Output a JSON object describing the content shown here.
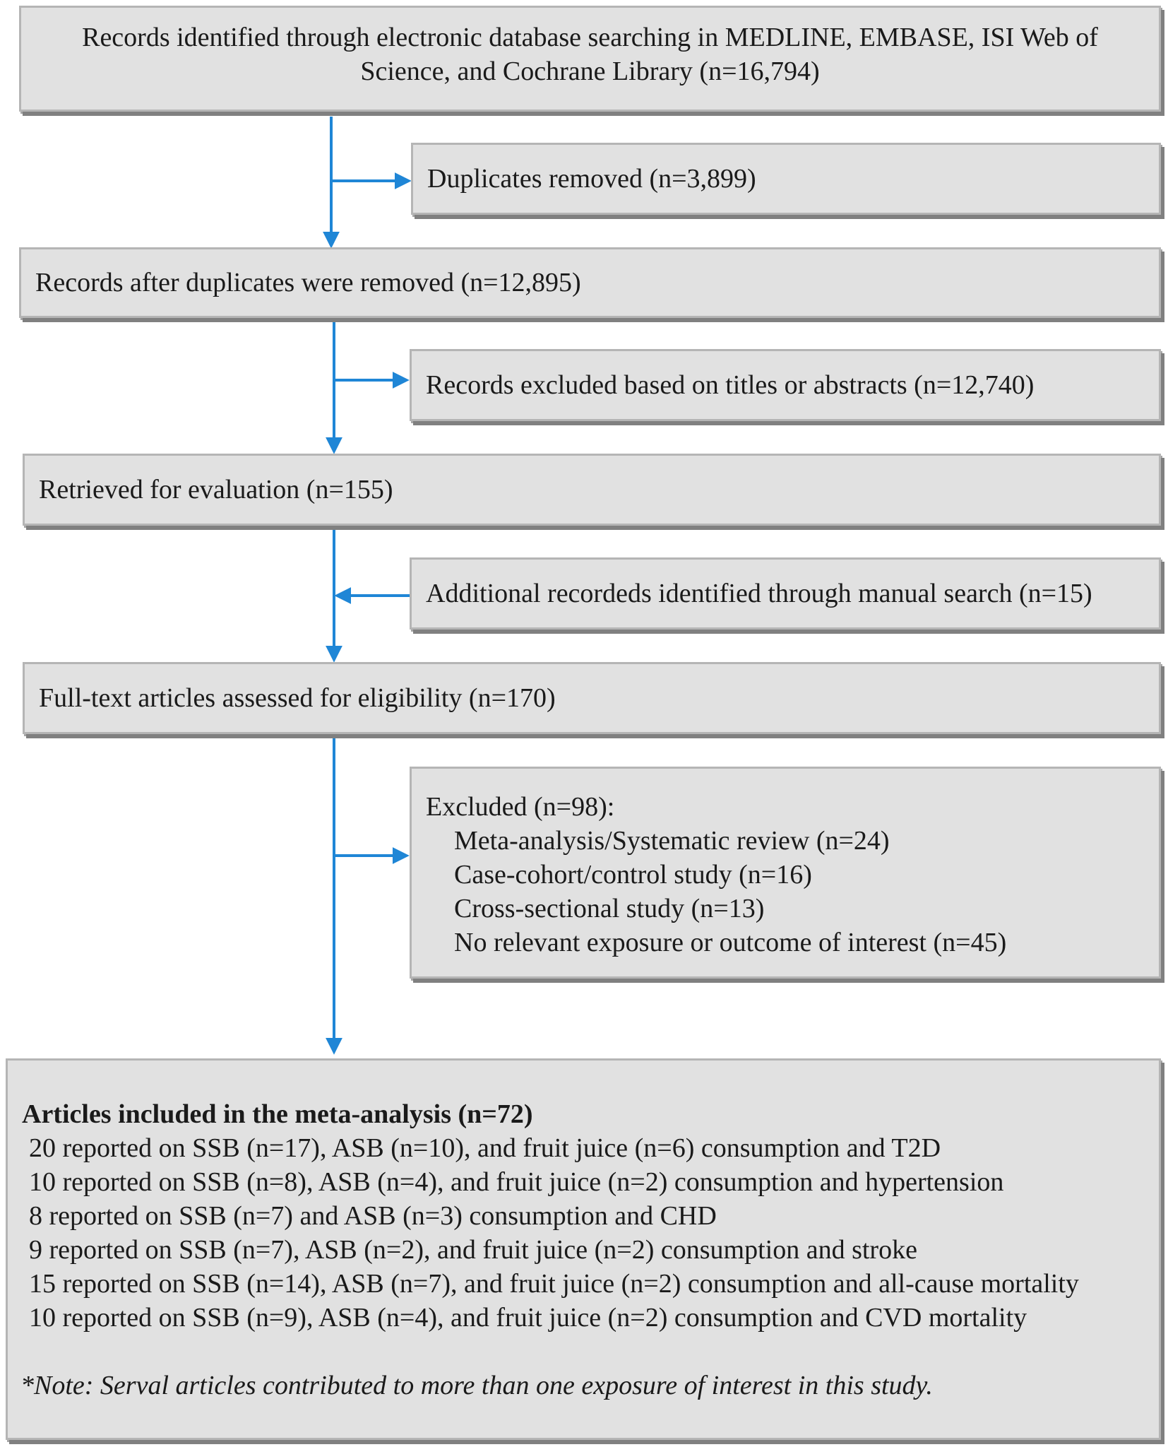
{
  "flow": {
    "identified": "Records identified through electronic database searching in MEDLINE, EMBASE, ISI Web of Science, and Cochrane Library (n=16,794)",
    "duplicates_removed": "Duplicates removed (n=3,899)",
    "after_duplicates": "Records after duplicates were removed (n=12,895)",
    "excluded_titles": "Records excluded based on titles or abstracts (n=12,740)",
    "retrieved": "Retrieved for evaluation (n=155)",
    "manual_search": "Additional recordeds identified through manual search (n=15)",
    "full_text": "Full-text articles assessed for eligibility (n=170)",
    "excluded": {
      "heading": "Excluded (n=98):",
      "items": [
        "Meta-analysis/Systematic review (n=24)",
        "Case-cohort/control study (n=16)",
        "Cross-sectional study (n=13)",
        "No relevant exposure or outcome of interest  (n=45)"
      ]
    },
    "included": {
      "heading": "Articles included in the meta-analysis (n=72)",
      "lines": [
        "20 reported on SSB (n=17), ASB (n=10), and fruit juice (n=6) consumption and T2D",
        "10 reported on SSB (n=8), ASB (n=4), and fruit juice (n=2) consumption and hypertension",
        "8 reported on SSB (n=7) and ASB (n=3) consumption and CHD",
        "9 reported on SSB (n=7), ASB (n=2), and fruit juice (n=2) consumption and stroke",
        "15 reported on SSB (n=14), ASB (n=7), and fruit juice (n=2) consumption and all-cause mortality",
        "10 reported on SSB (n=9), ASB (n=4), and fruit juice (n=2) consumption and CVD mortality"
      ],
      "note": "*Note: Serval articles contributed to more than one exposure of interest in this study."
    }
  },
  "colors": {
    "box_fill": "#e1e1e1",
    "box_border": "#b5b5b5",
    "box_shadow": "#808080",
    "arrow": "#1f86d6"
  }
}
